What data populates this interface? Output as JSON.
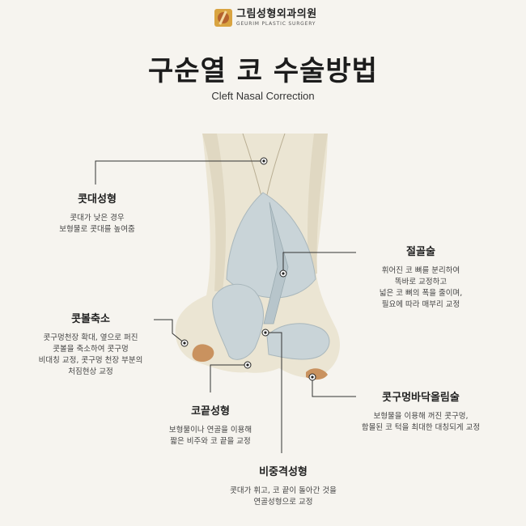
{
  "brand": {
    "name_ko": "그림성형외과의원",
    "name_en": "GEURIM PLASTIC SURGERY"
  },
  "title": "구순열 코 수술방법",
  "subtitle": "Cleft Nasal Correction",
  "colors": {
    "background": "#f6f4ef",
    "skin": "#e9e2cf",
    "cartilage": "#c9d4d8",
    "nostril": "#c9925f",
    "leader_line": "#333333"
  },
  "callouts": [
    {
      "id": "dorsum",
      "title": "콧대성형",
      "desc": "콧대가 낮은 경우\n보형물로 콧대를 높여줌"
    },
    {
      "id": "osteotomy",
      "title": "절골술",
      "desc": "휘어진 코 뼈를 분리하여\n똑바로 교정하고\n넓은 코 뼈의 폭을 줄이며,\n필요에 따라 매부리 교정"
    },
    {
      "id": "alar",
      "title": "콧볼축소",
      "desc": "콧구멍천장 확대, 옆으로 퍼진\n콧볼을 축소하여 콧구멍\n비대칭 교정, 콧구멍 천장 부분의\n처짐현상 교정"
    },
    {
      "id": "nostril_floor",
      "title": "콧구멍바닥올림술",
      "desc": "보형물을 이용해 꺼진 콧구멍,\n함몰된 코 턱을 최대한 대칭되게 교정"
    },
    {
      "id": "tip",
      "title": "코끝성형",
      "desc": "보형물이나 연골을 이용해\n짧은 비주와 코 끝을 교정"
    },
    {
      "id": "septum",
      "title": "비중격성형",
      "desc": "콧대가 휘고, 코 끝이 돌아간 것을\n연골성형으로 교정"
    }
  ]
}
